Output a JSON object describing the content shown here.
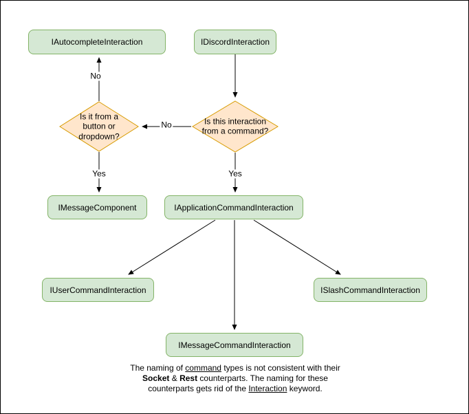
{
  "diagram": {
    "colors": {
      "node_fill": "#d5e8d4",
      "node_border": "#82b366",
      "decision_fill": "#ffe6cc",
      "decision_border": "#d79b00",
      "connector": "#000000"
    },
    "nodes": {
      "autocomplete": {
        "label": "IAutocompleteInteraction"
      },
      "discord": {
        "label": "IDiscordInteraction"
      },
      "button_dropdown_decision": {
        "label": "Is it from a button or dropdown?"
      },
      "command_decision": {
        "label": "Is this interaction from a command?"
      },
      "message_component": {
        "label": "IMessageComponent"
      },
      "application_command": {
        "label": "IApplicationCommandInteraction"
      },
      "user_command": {
        "label": "IUserCommandInteraction"
      },
      "slash_command": {
        "label": "ISlashCommandInteraction"
      },
      "message_command": {
        "label": "IMessageCommandInteraction"
      }
    },
    "edge_labels": {
      "no_to_autocomplete": "No",
      "no_to_button_decision": "No",
      "yes_to_message_component": "Yes",
      "yes_to_application_command": "Yes"
    },
    "caption": {
      "line1": {
        "pre": "The naming of ",
        "underlined": "command",
        "post": " types is not consistent with their"
      },
      "line2": {
        "bold1": "Socket",
        "mid": " & ",
        "bold2": "Rest",
        "post": " counterparts. The naming for these"
      },
      "line3": {
        "pre": "counterparts gets rid of the ",
        "underlined": "Interaction",
        "post": " keyword."
      }
    }
  }
}
